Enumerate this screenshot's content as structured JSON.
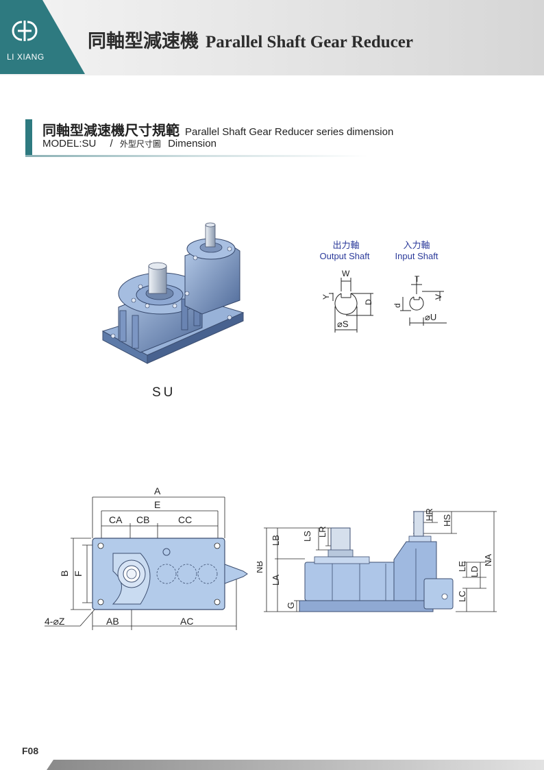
{
  "header": {
    "logo_text": "LI XIANG",
    "title_zh": "同軸型減速機",
    "title_en": "Parallel Shaft Gear Reducer"
  },
  "section": {
    "title_zh": "同軸型減速機尺寸規範",
    "title_en": "Parallel Shaft Gear Reducer series dimension",
    "model": "MODEL:SU",
    "separator": "/",
    "dimension_zh": "外型尺寸圖",
    "dimension_en": "Dimension"
  },
  "product_label": "SU",
  "shafts": {
    "output_zh": "出力軸",
    "output_en": "Output Shaft",
    "input_zh": "入力軸",
    "input_en": "Input Shaft",
    "output_dims": {
      "w": "W",
      "y": "Y",
      "d": "D",
      "s": "S"
    },
    "input_dims": {
      "t": "T",
      "v": "V",
      "d": "d",
      "u": "U"
    }
  },
  "top_view": {
    "dims": {
      "a": "A",
      "e": "E",
      "ca": "CA",
      "cb": "CB",
      "cc": "CC",
      "b": "B",
      "f": "F",
      "holes": "4-",
      "z": "Z",
      "ab": "AB",
      "ac": "AC"
    }
  },
  "side_view": {
    "dims": {
      "nb": "NB",
      "lb": "LB",
      "la": "LA",
      "ls": "LS",
      "lr": "LR",
      "g": "G",
      "hr": "HR",
      "hs": "HS",
      "na": "NA",
      "le": "LE",
      "ld": "LD",
      "lc": "LC"
    }
  },
  "footer": {
    "page_code": "F08"
  },
  "colors": {
    "brand_teal": "#2e7a80",
    "body_blue": "#a9c3e3",
    "dark_blue": "#5b78a6",
    "line": "#222222",
    "shaft_text": "#2b3a9a"
  }
}
